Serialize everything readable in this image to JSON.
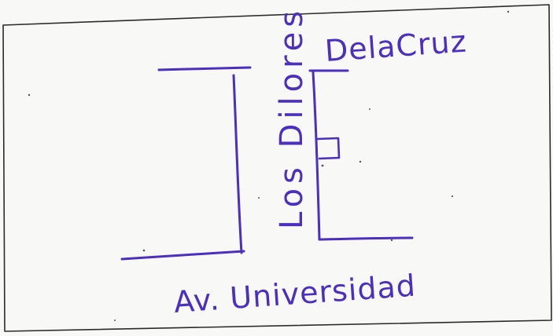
{
  "map": {
    "street_vertical": "Los Dilores",
    "street_top": "DelaCruz",
    "street_bottom": "Av. Universidad"
  },
  "colors": {
    "ink": "#4b2fbf",
    "frame": "#2b2b2b",
    "paper": "#f8f8f6"
  }
}
